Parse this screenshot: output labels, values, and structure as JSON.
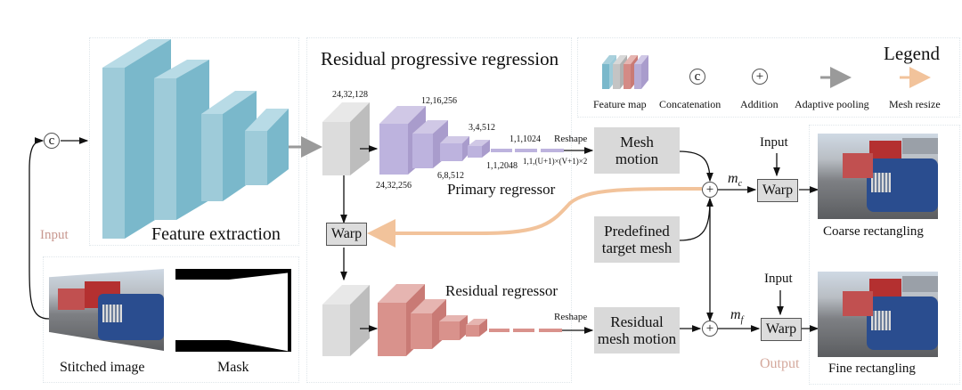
{
  "feature_extraction": {
    "title": "Feature extraction",
    "input_label": "Input"
  },
  "inputs": {
    "stitched_label": "Stitched image",
    "mask_label": "Mask"
  },
  "residual_progressive": {
    "title": "Residual progressive regression",
    "primary": {
      "label": "Primary regressor",
      "dims": {
        "input": "24,32,128",
        "conv1": "24,32,256",
        "conv2": "12,16,256",
        "conv3": "6,8,512",
        "conv4": "3,4,512",
        "fc1": "1,1,2048",
        "fc2": "1,1,1024",
        "fc3": "1,1,(U+1)×(V+1)×2"
      },
      "reshape": "Reshape"
    },
    "residual": {
      "label": "Residual regressor",
      "reshape": "Reshape"
    },
    "warp_label": "Warp"
  },
  "mesh": {
    "mesh_motion": [
      "Mesh",
      "motion"
    ],
    "predefined": [
      "Predefined",
      "target mesh"
    ],
    "residual_motion": [
      "Residual",
      "mesh motion"
    ],
    "mc": "m",
    "mc_sub": "c",
    "mf": "m",
    "mf_sub": "f",
    "input_top": "Input",
    "input_bottom": "Input",
    "warp_top": "Warp",
    "warp_bottom": "Warp",
    "output_label": "Output"
  },
  "outputs": {
    "coarse": "Coarse rectangling",
    "fine": "Fine rectangling"
  },
  "legend": {
    "title": "Legend",
    "items": [
      {
        "label": "Feature map"
      },
      {
        "label": "Concatenation",
        "glyph": "c"
      },
      {
        "label": "Addition",
        "glyph": "+"
      },
      {
        "label": "Adaptive pooling"
      },
      {
        "label": "Mesh resize"
      }
    ]
  },
  "symbols": {
    "concat": "c",
    "add": "+"
  },
  "colors": {
    "blue": "#7ab8cb",
    "purple": "#b7acd6",
    "red": "#d48a85",
    "gray_block": "#d4d4d4",
    "orange": "#f2c39b",
    "input_text": "#c89890"
  }
}
